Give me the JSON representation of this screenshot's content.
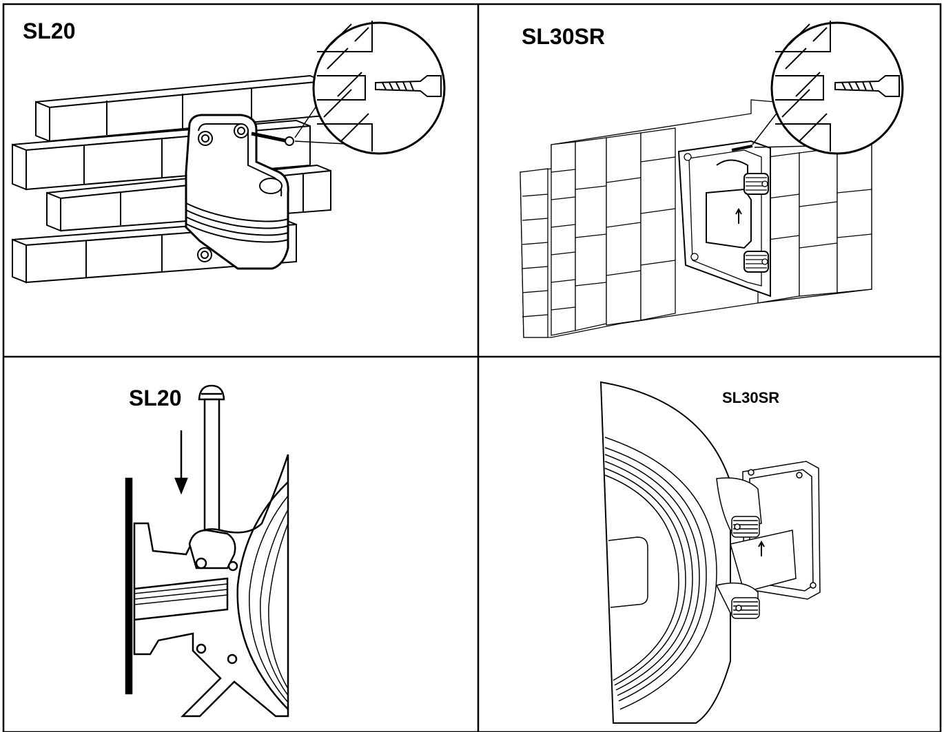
{
  "panels": [
    {
      "label": "SL20",
      "icon": "wall-drill-icon"
    },
    {
      "label": "SL30SR",
      "icon": "wall-drill-icon"
    },
    {
      "label": "SL20",
      "icon": "bolt-insert-icon"
    },
    {
      "label": "SL30SR",
      "icon": "bracket-attach-icon"
    }
  ],
  "colors": {
    "line": "#000000",
    "background": "#ffffff"
  }
}
